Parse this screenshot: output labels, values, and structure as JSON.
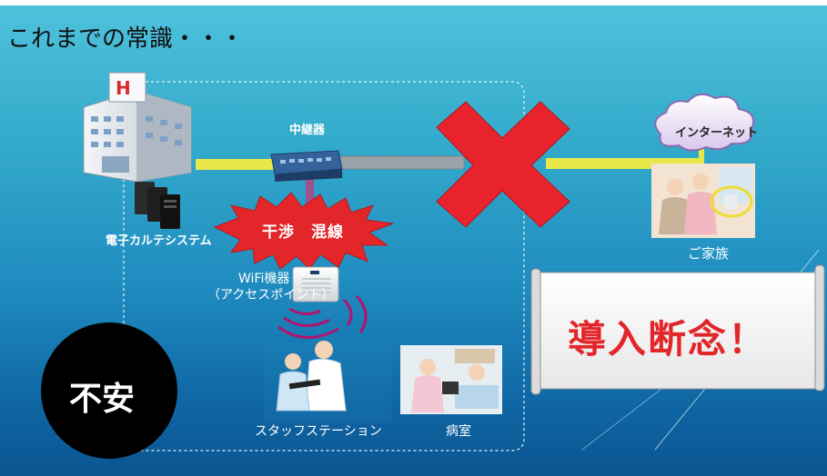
{
  "title": "これまでの常識・・・",
  "labels": {
    "relay": "中継器",
    "interference": "干渉　混線",
    "ehr": "電子カルテシステム",
    "wifi_line1": "WiFi機器",
    "wifi_line2": "（アクセスポイント）",
    "staff_station": "スタッフステーション",
    "ward": "病室",
    "internet": "インターネット",
    "family": "ご家族",
    "anxiety": "不安",
    "give_up": "導入断念！"
  },
  "colors": {
    "cross": "#e8232d",
    "cable_yellow": "#e8e84a",
    "cable_gray": "#9aa3a8",
    "cable_purple": "#a0508e",
    "burst": "#e3262a",
    "banner_text": "#e3262a"
  },
  "icons": [
    "hospital-icon",
    "server-icon",
    "switch-icon",
    "access-point-icon",
    "wave-icon",
    "staff-icon",
    "patient-icon",
    "family-icon",
    "cloud-icon",
    "cross-icon"
  ]
}
